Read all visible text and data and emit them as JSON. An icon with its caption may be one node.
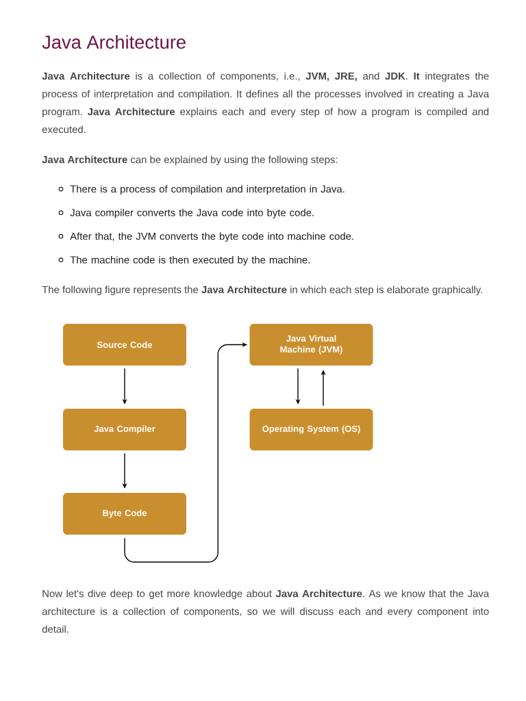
{
  "diagram": {
    "title": "Java Architecture",
    "nodes": [
      {
        "text": [
          "Source Code"
        ]
      },
      {
        "text": [
          "Java Compiler"
        ]
      },
      {
        "text": [
          "Byte Code"
        ]
      },
      {
        "text": [
          "Java Virtual Machine (JVM)"
        ]
      },
      {
        "text": [
          "Operating System (OS)"
        ]
      }
    ],
    "edges": [
      {
        "from": 0,
        "to": 1,
        "arrow": "to"
      },
      {
        "from": 1,
        "to": 2,
        "arrow": "to"
      },
      {
        "from": 2,
        "to": 3,
        "arrow": "to"
      },
      {
        "from": 3,
        "to": 4,
        "arrow": "to"
      },
      {
        "from": 4,
        "to": 3,
        "arrow": "to"
      }
    ],
    "labels": [
      "**Java Architecture** is a collection of components, i.e., **JVM, JRE,** and **JDK**. **It** integrates the process of interpretation and compilation. It defines all the processes involved in creating a Java program. **Java Architecture** explains each and every step of how a program is compiled and executed.",
      "**Java Architecture** can be explained by using the following steps:",
      "There is a process of compilation and interpretation in Java.",
      "Java compiler converts the Java code into byte code.",
      "After that, the JVM converts the byte code into machine code.",
      "The machine code is then executed by the machine.",
      "The following figure represents the **Java Architecture** in which each step is elaborate graphically.",
      "Now let's dive deep to get more knowledge about **Java Architecture**. As we know that the Java architecture is a collection of components, so we will discuss each and every component into detail."
    ]
  }
}
